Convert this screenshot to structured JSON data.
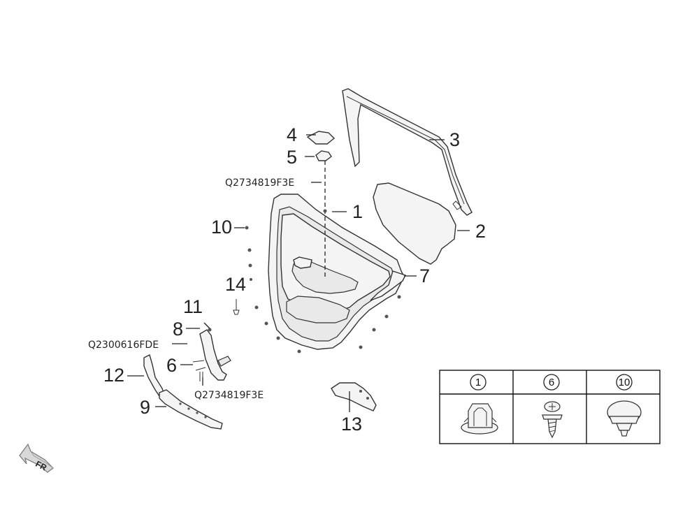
{
  "callouts": {
    "c1": "1",
    "c2": "2",
    "c3": "3",
    "c4": "4",
    "c5": "5",
    "c6": "6",
    "c7": "7",
    "c8": "8",
    "c9": "9",
    "c10": "10",
    "c11": "11",
    "c12": "12",
    "c13": "13",
    "c14": "14"
  },
  "part_codes": {
    "upper": "Q2734819F3E",
    "left": "Q2300616FDE",
    "lower": "Q2734819F3E"
  },
  "legend": {
    "headers": [
      "1",
      "6",
      "10"
    ]
  },
  "direction_label": "FR"
}
